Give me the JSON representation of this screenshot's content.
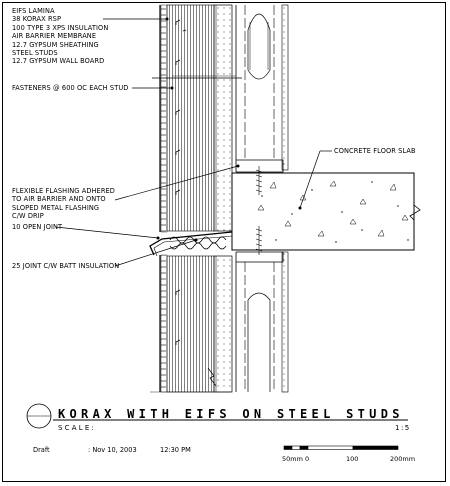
{
  "drawing": {
    "notes": {
      "layers": [
        "EIFS LAMINA",
        "38 KORAX RSP",
        "100 TYPE 3 XPS INSULATION",
        "AIR BARRIER MEMBRANE",
        "12.7 GYPSUM SHEATHING",
        "STEEL STUDS",
        "12.7 GYPSUM WALL BOARD"
      ],
      "fasteners": "FASTENERS @ 600 OC EACH STUD",
      "flashing": [
        "FLEXIBLE FLASHING ADHERED",
        "TO AIR BARRIER AND ONTO",
        "SLOPED METAL FLASHING",
        "C/W DRIP"
      ],
      "open_joint": "10 OPEN JOINT",
      "batt_joint": "25 JOINT C/W BATT INSULATION",
      "slab": "CONCRETE FLOOR SLAB"
    }
  },
  "title_block": {
    "title": "KORAX WITH EIFS ON STEEL STUDS",
    "scale_label": "SCALE:",
    "scale_ratio": "1:5",
    "draft_label": "Draft",
    "draft_date": ": Nov 10, 2003",
    "draft_time": "12:30 PM",
    "scale_bar": [
      "50mm",
      "0",
      "100",
      "200mm"
    ]
  }
}
